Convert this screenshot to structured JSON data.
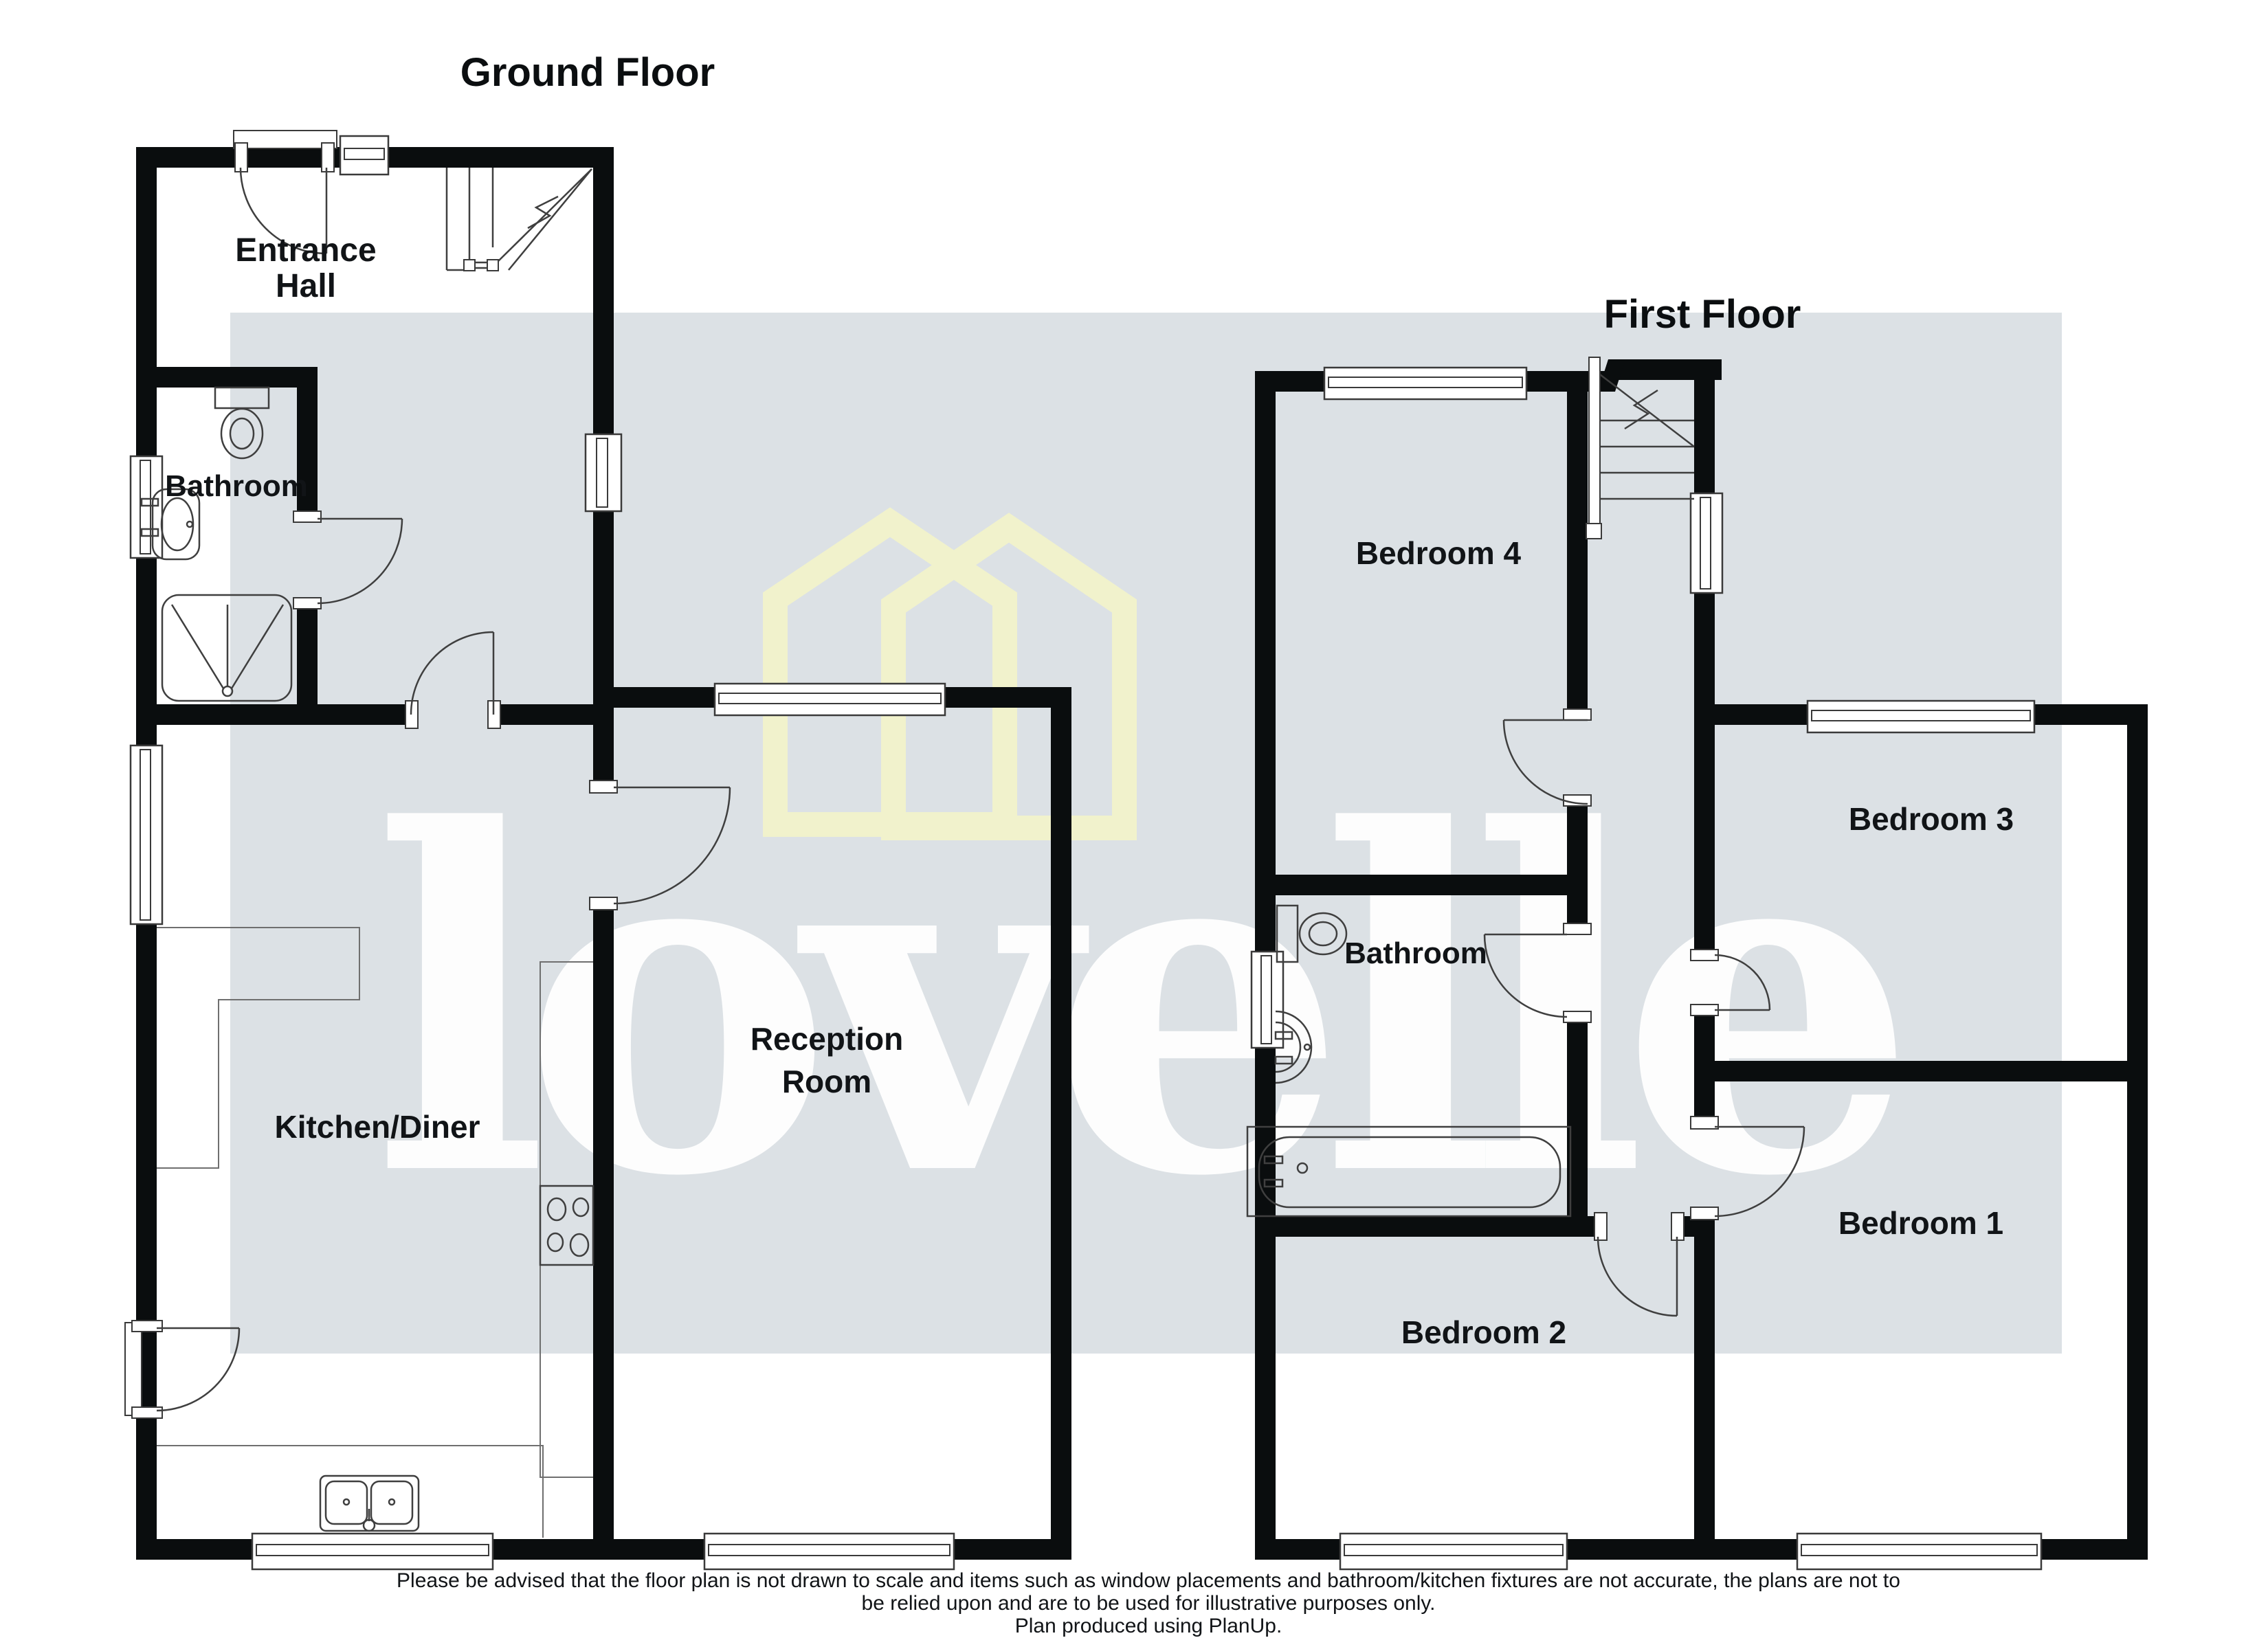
{
  "floor_plan": {
    "ground": {
      "title": "Ground Floor",
      "rooms": {
        "entrance_hall": [
          "Entrance",
          "Hall"
        ],
        "bathroom": "Bathroom",
        "kitchen_diner": "Kitchen/Diner",
        "reception_room": [
          "Reception",
          "Room"
        ]
      }
    },
    "first": {
      "title": "First Floor",
      "rooms": {
        "bedroom_4": "Bedroom 4",
        "bathroom": "Bathroom",
        "bedroom_3": "Bedroom 3",
        "bedroom_1": "Bedroom 1",
        "bedroom_2": "Bedroom 2"
      }
    }
  },
  "watermark": {
    "brand": "lovelle"
  },
  "footer": {
    "line_1": "Please be advised that the floor plan is not drawn to scale and items such as window placements and bathroom/kitchen fixtures are not accurate, the plans are not to",
    "line_2": "be relied upon and are to be used for illustrative purposes only.",
    "line_3": "Plan produced using PlanUp."
  },
  "colors": {
    "background_grey": "#dce1e5",
    "wall_black": "#0a0d0e",
    "watermark_house_yellow": "#f1f2cc",
    "watermark_text_white": "#ffffff"
  }
}
